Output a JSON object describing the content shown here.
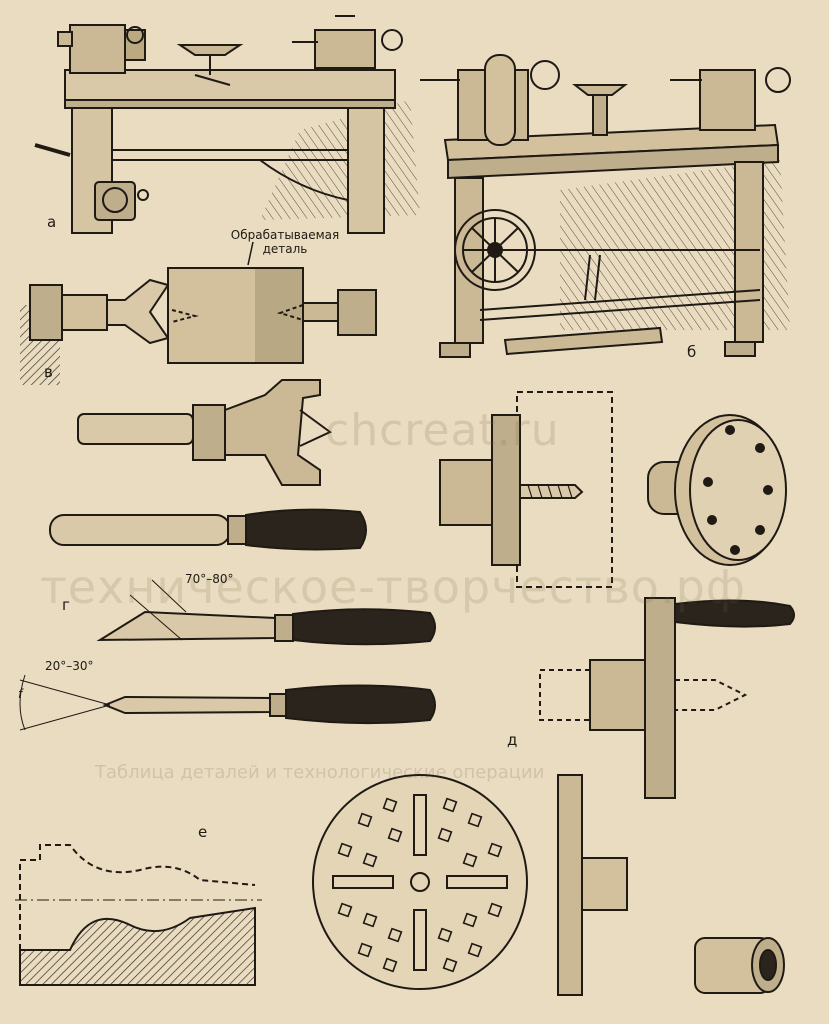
{
  "labels": {
    "a": "а",
    "b": "б",
    "v": "в",
    "g": "г",
    "d": "д",
    "e": "е"
  },
  "caption": {
    "line1": "Обрабатываемая",
    "line2": "деталь"
  },
  "angles": {
    "angle_top": "70°–80°",
    "angle_bottom": "20°–30°",
    "angle_symbol": "f"
  },
  "watermarks": {
    "site": "chcreat.ru",
    "rf": "техническое-творчество.рф"
  },
  "faint_heading": "Таблица деталей и технологические операции",
  "colors": {
    "paper": "#e9dcc0",
    "ink": "#1f1a14"
  }
}
